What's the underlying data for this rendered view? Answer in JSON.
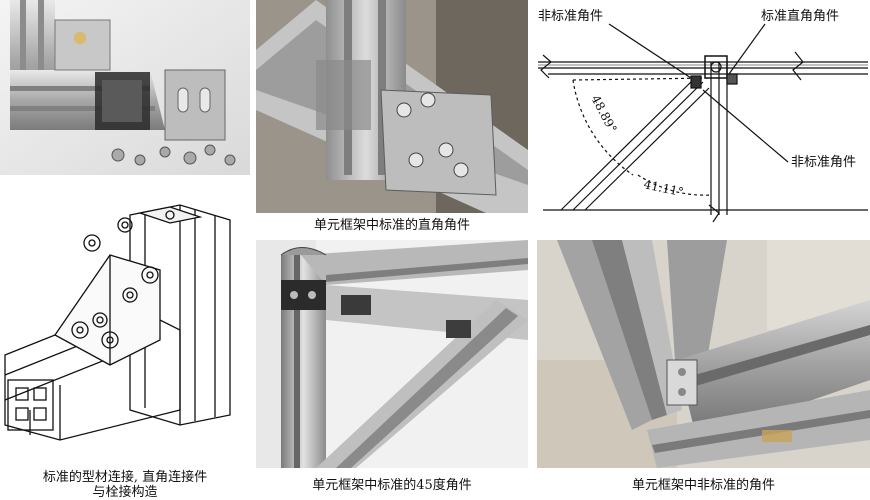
{
  "captions": {
    "top_middle": "单元框架中标准的直角角件",
    "bottom_left_line1": "标准的型材连接, 直角连接件",
    "bottom_left_line2": "与栓接构造",
    "bottom_middle": "单元框架中标准的45度角件",
    "bottom_right": "单元框架中非标准的角件"
  },
  "diagram": {
    "label_nonstandard_top": "非标准角件",
    "label_standard_right_angle": "标准直角角件",
    "label_nonstandard_right": "非标准角件",
    "angle_1": "48.89°",
    "angle_2": "41.11°"
  }
}
